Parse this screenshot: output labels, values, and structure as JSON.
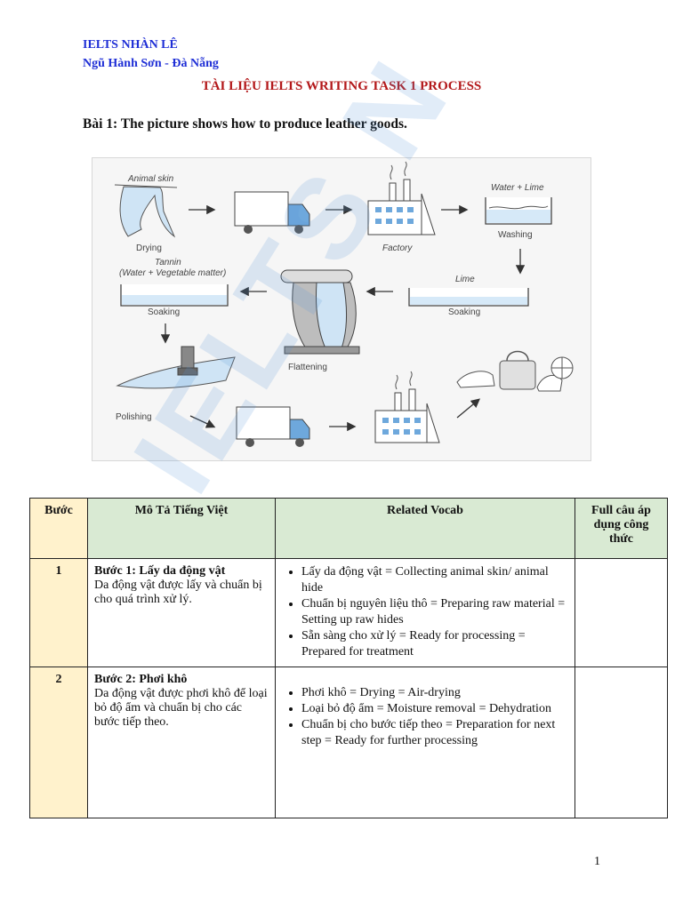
{
  "header": {
    "line1": "IELTS NHÀN LÊ",
    "line2": "Ngũ Hành Sơn - Đà Nẵng",
    "title": "TÀI LIỆU IELTS WRITING TASK 1 PROCESS"
  },
  "task": "Bài 1: The picture shows how to produce leather goods.",
  "figure_labels": {
    "animal_skin": "Animal skin",
    "drying": "Drying",
    "factory": "Factory",
    "water_lime": "Water + Lime",
    "washing": "Washing",
    "tannin": "Tannin",
    "tannin_detail": "(Water + Vegetable matter)",
    "soaking_left": "Soaking",
    "lime": "Lime",
    "soaking_right": "Soaking",
    "flattening": "Flattening",
    "polishing": "Polishing"
  },
  "watermark": "IELTS N",
  "table": {
    "headers": [
      "Bước",
      "Mô Tả Tiếng Việt",
      "Related Vocab",
      "Full câu áp dụng công thức"
    ],
    "rows": [
      {
        "num": "1",
        "title": "Bước 1: Lấy da động vật",
        "desc": "Da động vật được lấy và chuẩn bị cho quá trình xử lý.",
        "vocab": [
          "Lấy da động vật = Collecting animal skin/ animal hide",
          "Chuẩn bị nguyên liệu thô = Preparing raw material = Setting up raw hides",
          "Sẵn sàng cho xử lý = Ready for processing = Prepared for treatment"
        ],
        "full": ""
      },
      {
        "num": "2",
        "title": "Bước 2: Phơi khô",
        "desc": "Da động vật được phơi khô để loại bỏ độ ẩm và chuẩn bị cho các bước tiếp theo.",
        "vocab": [
          "Phơi khô = Drying = Air-drying",
          "Loại bỏ độ ẩm = Moisture removal = Dehydration",
          "Chuẩn bị cho bước tiếp theo = Preparation for next step = Ready for further processing"
        ],
        "full": ""
      }
    ]
  },
  "page_number": "1",
  "colors": {
    "header_blue": "#1f2fd6",
    "title_red": "#b3181a",
    "yellow_cell": "#fff2cc",
    "green_cell": "#d9ead3",
    "truck_blue": "#6ea8dc"
  }
}
